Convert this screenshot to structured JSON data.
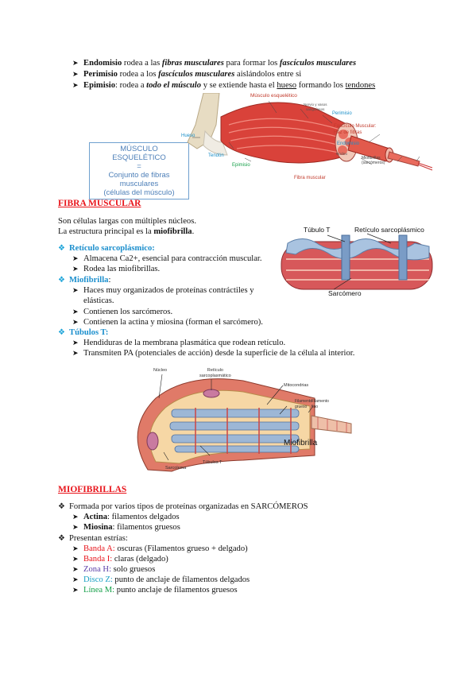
{
  "top_list": [
    {
      "term": "Endomisio",
      "mid": " rodea a las ",
      "em": "fibras musculares",
      "mid2": " para formar los ",
      "em2": "fascículos musculares"
    },
    {
      "term": "Perimisio",
      "mid": " rodea a los ",
      "em": "fascículos musculares",
      "mid2": " aislándolos entre si"
    },
    {
      "term": "Epimisio",
      "mid": ": rodea a ",
      "em": "todo el músculo",
      "mid2": " y se extiende hasta el ",
      "link1": "hueso",
      "mid3": " formando los ",
      "link2": "tendones"
    }
  ],
  "figure1": {
    "box_title": "MÚSCULO ESQUELÉTICO",
    "box_eq": "=",
    "box_line1": "Conjunto de fibras musculares",
    "box_line2": "(células del músculo)",
    "labels": {
      "musculo": "Músculo esquelético",
      "nervio1": "Nervio y vasos",
      "nervio2": "sanguíneos",
      "perimisio": "Perimisio",
      "hueso": "Hueso",
      "fasciculo1": "Fascículo Muscular:",
      "fasciculo2": "Haz de fibras",
      "endomisio": "Endomisio",
      "tendon": "Tendón",
      "nucleo": "Núcleo",
      "miofibrillas1": "Miofibrillas",
      "miofibrillas2": "(sarcómeros)",
      "epimisio": "Epimisio",
      "fibra": "Fibra muscular"
    }
  },
  "fibra": {
    "heading": "FIBRA MUSCULAR",
    "p1": "Son células largas con múltiples núcleos.",
    "p2_pre": "La estructura principal es la ",
    "p2_bold": "miofibrilla",
    "p2_post": ".",
    "items": [
      {
        "title": "Retículo sarcoplásmico:",
        "subs": [
          "Almacena Ca2+, esencial para contracción muscular.",
          "Rodea las miofibrillas."
        ]
      },
      {
        "title": "Miofibrilla",
        "title_post": ":",
        "subs": [
          "Haces muy organizados de proteínas contráctiles y",
          "Contienen los sarcómeros.",
          "Contienen la actina y miosina (forman el sarcómero)."
        ],
        "cont": "elásticas."
      },
      {
        "title": "Túbulos T:",
        "subs": [
          "Hendiduras de la membrana plasmática que rodean retículo.",
          "Transmiten PA (potenciales de acción) desde la superficie de la célula al interior."
        ]
      }
    ]
  },
  "figure2": {
    "tubulo": "Túbulo T",
    "reticulo": "Retículo sarcoplásmico",
    "sarcomero": "Sarcómero"
  },
  "figure3": {
    "nucleo": "Núcleo",
    "ret1": "Retículo",
    "ret2": "sarcoplasmático",
    "mito": "Mitocondrias",
    "fg1": "Filamento",
    "fg2": "grueso",
    "ff1": "Filamento",
    "ff2": "fino",
    "miofibrilla": "Miofibrilla",
    "tubulos": "Túbulos T",
    "sarcolema": "Sarcolema"
  },
  "miofibrillas": {
    "heading": "MIOFIBRILLAS",
    "l1": "Formada por varios tipos de proteínas organizadas en SARCÓMEROS",
    "actina_b": "Actina",
    "actina_t": ": filamentos delgados",
    "miosina_b": "Miosina",
    "miosina_t": ": filamentos gruesos",
    "l2": "Presentan estrías:",
    "bandaA": "Banda A:",
    "bandaA_t": " oscuras (Filamentos grueso + delgado)",
    "bandaI": "Banda I:",
    "bandaI_t": " claras (delgado)",
    "zonaH": "Zona H:",
    "zonaH_t": " solo gruesos",
    "discoZ": "Disco Z:",
    "discoZ_t": " punto de anclaje de filamentos delgados",
    "lineaM": "Línea M:",
    "lineaM_t": " punto anclaje de filamentos gruesos"
  }
}
